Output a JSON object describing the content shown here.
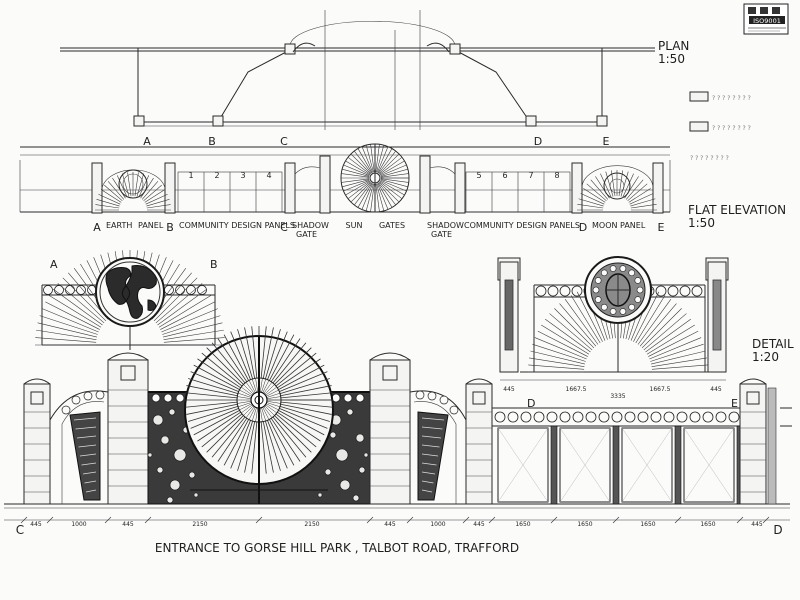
{
  "plan": {
    "title": "PLAN",
    "scale": "1:50",
    "markers": [
      "A",
      "B",
      "C",
      "D",
      "E"
    ],
    "legend": [
      {
        "swatch": "light",
        "text": "? ? ? ? ? ? ? ?"
      },
      {
        "swatch": "light",
        "text": "? ? ? ? ? ? ? ?"
      },
      {
        "swatch": "none",
        "text": "? ? ? ? ? ? ? ?"
      }
    ]
  },
  "logo": {
    "text": "ISO9001"
  },
  "elevation": {
    "title": "FLAT ELEVATION",
    "scale": "1:50",
    "panel_numbers": [
      "1",
      "2",
      "3",
      "4",
      "5",
      "6",
      "7",
      "8"
    ],
    "labels": {
      "a": "A",
      "earth": "EARTH",
      "panel1": "PANEL",
      "b": "B",
      "community1": "COMMUNITY DESIGN PANELS",
      "c": "C",
      "shadow1a": "SHADOW",
      "shadow1b": "GATE",
      "sun": "SUN",
      "gates": "GATES",
      "shadow2a": "SHADOW",
      "shadow2b": "GATE",
      "community2": "COMMUNITY DESIGN PANELS",
      "d": "D",
      "moon": "MOON",
      "panel2": "PANEL",
      "e": "E"
    }
  },
  "detail": {
    "title": "DETAIL",
    "scale": "1:20",
    "earth_markers": [
      "A",
      "B"
    ],
    "moon_dims": [
      "445",
      "1667.5",
      "3335",
      "1667.5",
      "445"
    ]
  },
  "main": {
    "markers": {
      "c": "C",
      "d_left": "D",
      "e_top": "E",
      "d_bottom": "D"
    },
    "dims": [
      "445",
      "1000",
      "445",
      "2150",
      "2150",
      "445",
      "1000",
      "445",
      "1650",
      "1650",
      "1650",
      "1650",
      "445"
    ],
    "title": "ENTRANCE TO GORSE HILL PARK , TALBOT ROAD, TRAFFORD"
  }
}
